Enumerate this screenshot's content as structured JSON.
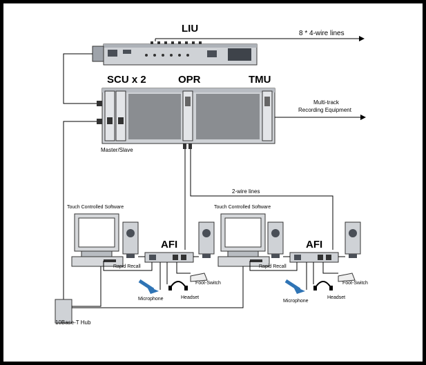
{
  "labels": {
    "liu": "LIU",
    "four_wire": "8 * 4-wire lines",
    "scu": "SCU x 2",
    "opr": "OPR",
    "tmu": "TMU",
    "multitrack_1": "Multi-track",
    "multitrack_2": "Recording Equipment",
    "master_slave": "Master/Slave",
    "two_wire": "2-wire lines",
    "touch_left": "Touch Controlled Software",
    "touch_right": "Touch Controlled Software",
    "afi_left": "AFI",
    "afi_right": "AFI",
    "rapid_left": "Rapid Recall",
    "rapid_right": "Rapid Recall",
    "foot_left": "Foot-Switch",
    "foot_right": "Foot-Switch",
    "mic_left": "Microphone",
    "mic_right": "Microphone",
    "headset_left": "Headset",
    "headset_right": "Headset",
    "hub": "10Base-T Hub"
  },
  "colors": {
    "device_fill": "#cfd2d6",
    "device_dark": "#4a4f57",
    "screen": "#8a8d91",
    "mic_blue": "#2f74b5"
  }
}
